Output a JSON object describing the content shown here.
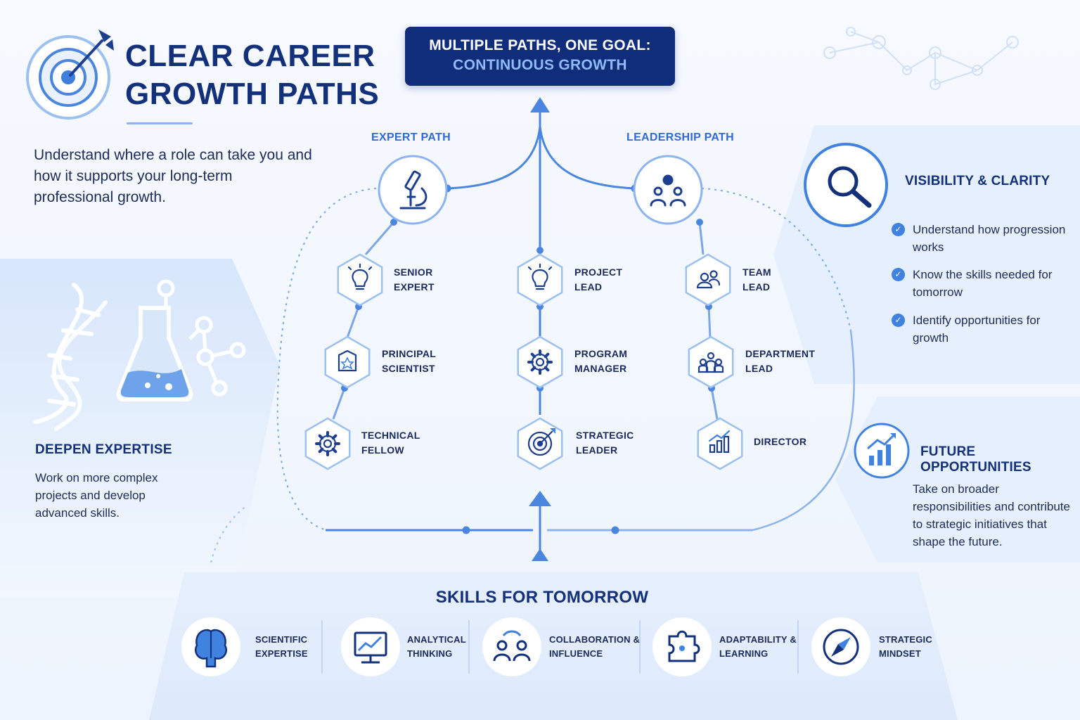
{
  "header": {
    "title_line1": "CLEAR CAREER",
    "title_line2": "GROWTH PATHS",
    "intro": "Understand where a role can take you and how it supports your long-term professional growth."
  },
  "banner": {
    "line1": "MULTIPLE PATHS, ONE GOAL:",
    "line2": "CONTINUOUS GROWTH"
  },
  "paths": {
    "expert_label": "EXPERT PATH",
    "leadership_label": "LEADERSHIP PATH",
    "expert": [
      {
        "line1": "SENIOR",
        "line2": "EXPERT"
      },
      {
        "line1": "PRINCIPAL",
        "line2": "SCIENTIST"
      },
      {
        "line1": "TECHNICAL",
        "line2": "FELLOW"
      }
    ],
    "middle": [
      {
        "line1": "PROJECT",
        "line2": "LEAD"
      },
      {
        "line1": "PROGRAM",
        "line2": "MANAGER"
      },
      {
        "line1": "STRATEGIC",
        "line2": "LEADER"
      }
    ],
    "leadership": [
      {
        "line1": "TEAM",
        "line2": "LEAD"
      },
      {
        "line1": "DEPARTMENT",
        "line2": "LEAD"
      },
      {
        "line1": "DIRECTOR",
        "line2": ""
      }
    ]
  },
  "deepen": {
    "title": "DEEPEN EXPERTISE",
    "desc": "Work on more complex projects and develop advanced skills."
  },
  "visibility": {
    "title": "VISIBILITY & CLARITY",
    "items": [
      "Understand how progression works",
      "Know the skills needed for tomorrow",
      "Identify opportunities for growth"
    ]
  },
  "future": {
    "title": "FUTURE OPPORTUNITIES",
    "desc": "Take on broader responsibilities and contribute to strategic initiatives that shape the future."
  },
  "skills": {
    "title": "SKILLS FOR TOMORROW",
    "items": [
      {
        "line1": "SCIENTIFIC",
        "line2": "EXPERTISE",
        "icon": "brain-icon"
      },
      {
        "line1": "ANALYTICAL",
        "line2": "THINKING",
        "icon": "monitor-chart-icon"
      },
      {
        "line1": "COLLABORATION &",
        "line2": "INFLUENCE",
        "icon": "collaboration-icon"
      },
      {
        "line1": "ADAPTABILITY &",
        "line2": "LEARNING",
        "icon": "puzzle-icon"
      },
      {
        "line1": "STRATEGIC",
        "line2": "MINDSET",
        "icon": "compass-icon"
      }
    ]
  },
  "colors": {
    "navy": "#13307a",
    "accent": "#3f82e0",
    "light_accent": "#8fbaf7",
    "panel": "#e3edfc"
  }
}
